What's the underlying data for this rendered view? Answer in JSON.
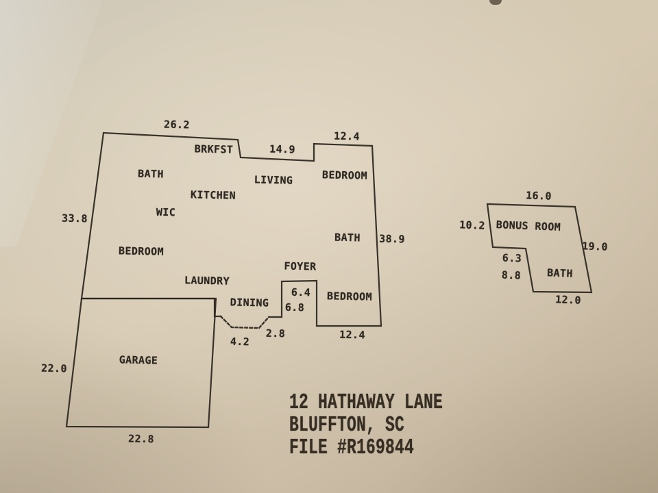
{
  "document_type": "appraisal floor plan sketch",
  "colors": {
    "paper": "#d3c7b1",
    "ink": "#2e2821"
  },
  "plan": {
    "main_house": {
      "rooms": {
        "brkfst": "BRKFST",
        "bath_left": "BATH",
        "living": "LIVING",
        "bedroom_top_right": "BEDROOM",
        "kitchen": "KITCHEN",
        "wic": "WIC",
        "bedroom_left": "BEDROOM",
        "laundry": "LAUNDRY",
        "bath_right": "BATH",
        "foyer": "FOYER",
        "dining": "DINING",
        "bedroom_bottom_right": "BEDROOM",
        "garage": "GARAGE"
      },
      "dimensions": {
        "top_left_width": "26.2",
        "top_middle_width": "14.9",
        "top_right_width": "12.4",
        "left_height": "33.8",
        "right_height": "38.9",
        "foyer_nook_width": "6.4",
        "foyer_nook_depth": "6.8",
        "bay_left": "4.2",
        "bay_right": "2.8",
        "bedroom_bottom_width": "12.4",
        "garage_left_height": "22.0",
        "garage_bottom_width": "22.8"
      }
    },
    "bonus_suite": {
      "rooms": {
        "bonus_room": "BONUS ROOM",
        "bath": "BATH"
      },
      "dimensions": {
        "top_width": "16.0",
        "left_height": "10.2",
        "right_height": "19.0",
        "notch_width": "6.3",
        "notch_height": "8.8",
        "bottom_width": "12.0"
      }
    }
  },
  "footer": {
    "address_line1": "12 HATHAWAY LANE",
    "address_line2": "BLUFFTON, SC",
    "file_line": "FILE #R169844"
  }
}
